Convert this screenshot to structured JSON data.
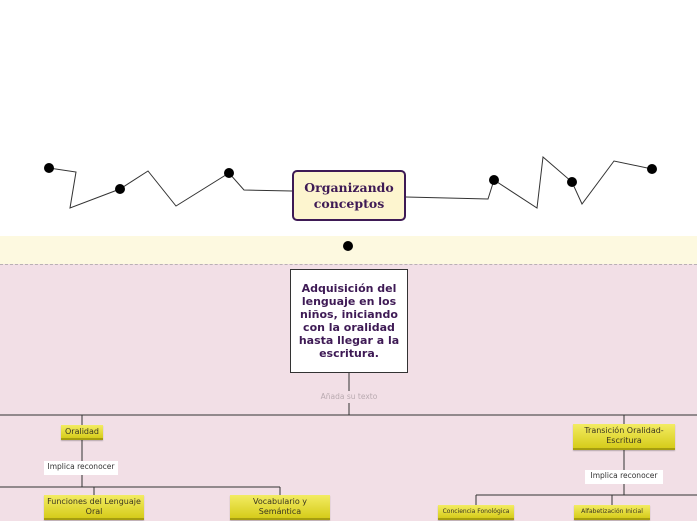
{
  "central_topic": "Organizando conceptos",
  "main_topic": "Adquisición del lenguaje en los niños, iniciando con la oralidad hasta llegar a la escritura.",
  "placeholder": "Añada su texto",
  "subtopics": {
    "oralidad": "Oralidad",
    "transicion": "Transición Oralidad-Escritura",
    "funciones": "Funciones del Lenguaje Oral",
    "vocabulario": "Vocabulario y Semántica",
    "conciencia": "Conciencia Fonológica",
    "alfabetizacion": "Alfabetización Inicial"
  },
  "labels": {
    "implica_1": "Implica reconocer",
    "implica_2": "Implica reconocer"
  },
  "colors": {
    "central_fill": "#fdf5cf",
    "central_border": "#3e1a55",
    "topic_text": "#3e1a55",
    "subtopic_fill": "#e9e03a",
    "band_yellow": "#fdf9e0",
    "band_pink": "#f2dfe6"
  }
}
